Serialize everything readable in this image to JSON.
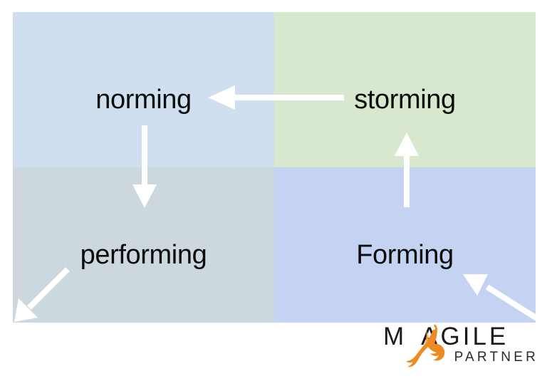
{
  "diagram": {
    "title": "Tuckman team development stages matrix",
    "background_color": "#ffffff",
    "quadrants": [
      {
        "id": "norming",
        "label": "norming",
        "color": "#cfdff0",
        "position": "top-left"
      },
      {
        "id": "storming",
        "label": "storming",
        "color": "#d8e8cf",
        "position": "top-right"
      },
      {
        "id": "performing",
        "label": "performing",
        "color": "#ccd8dd",
        "position": "bottom-left"
      },
      {
        "id": "forming",
        "label": "Forming",
        "color": "#c4d3f2",
        "position": "bottom-right"
      }
    ],
    "arrows": [
      {
        "id": "forming-to-storming",
        "direction": "up",
        "from": "Forming",
        "to": "storming",
        "color": "#ffffff"
      },
      {
        "id": "storming-to-norming",
        "direction": "left",
        "from": "storming",
        "to": "norming",
        "color": "#ffffff"
      },
      {
        "id": "norming-to-performing",
        "direction": "down",
        "from": "norming",
        "to": "performing",
        "color": "#ffffff"
      },
      {
        "id": "entry-into-forming",
        "direction": "up-left",
        "from": "outside",
        "to": "Forming",
        "color": "#ffffff"
      },
      {
        "id": "exit-from-performing",
        "direction": "down-left",
        "from": "performing",
        "to": "outside",
        "color": "#ffffff"
      }
    ]
  },
  "logo": {
    "word_my": "M",
    "word_y_glyph": "lizard-y",
    "word_agile": "AGILE",
    "tagline": "PARTNER",
    "accent_color": "#ef8a22",
    "text_color": "#1a1a1a"
  }
}
